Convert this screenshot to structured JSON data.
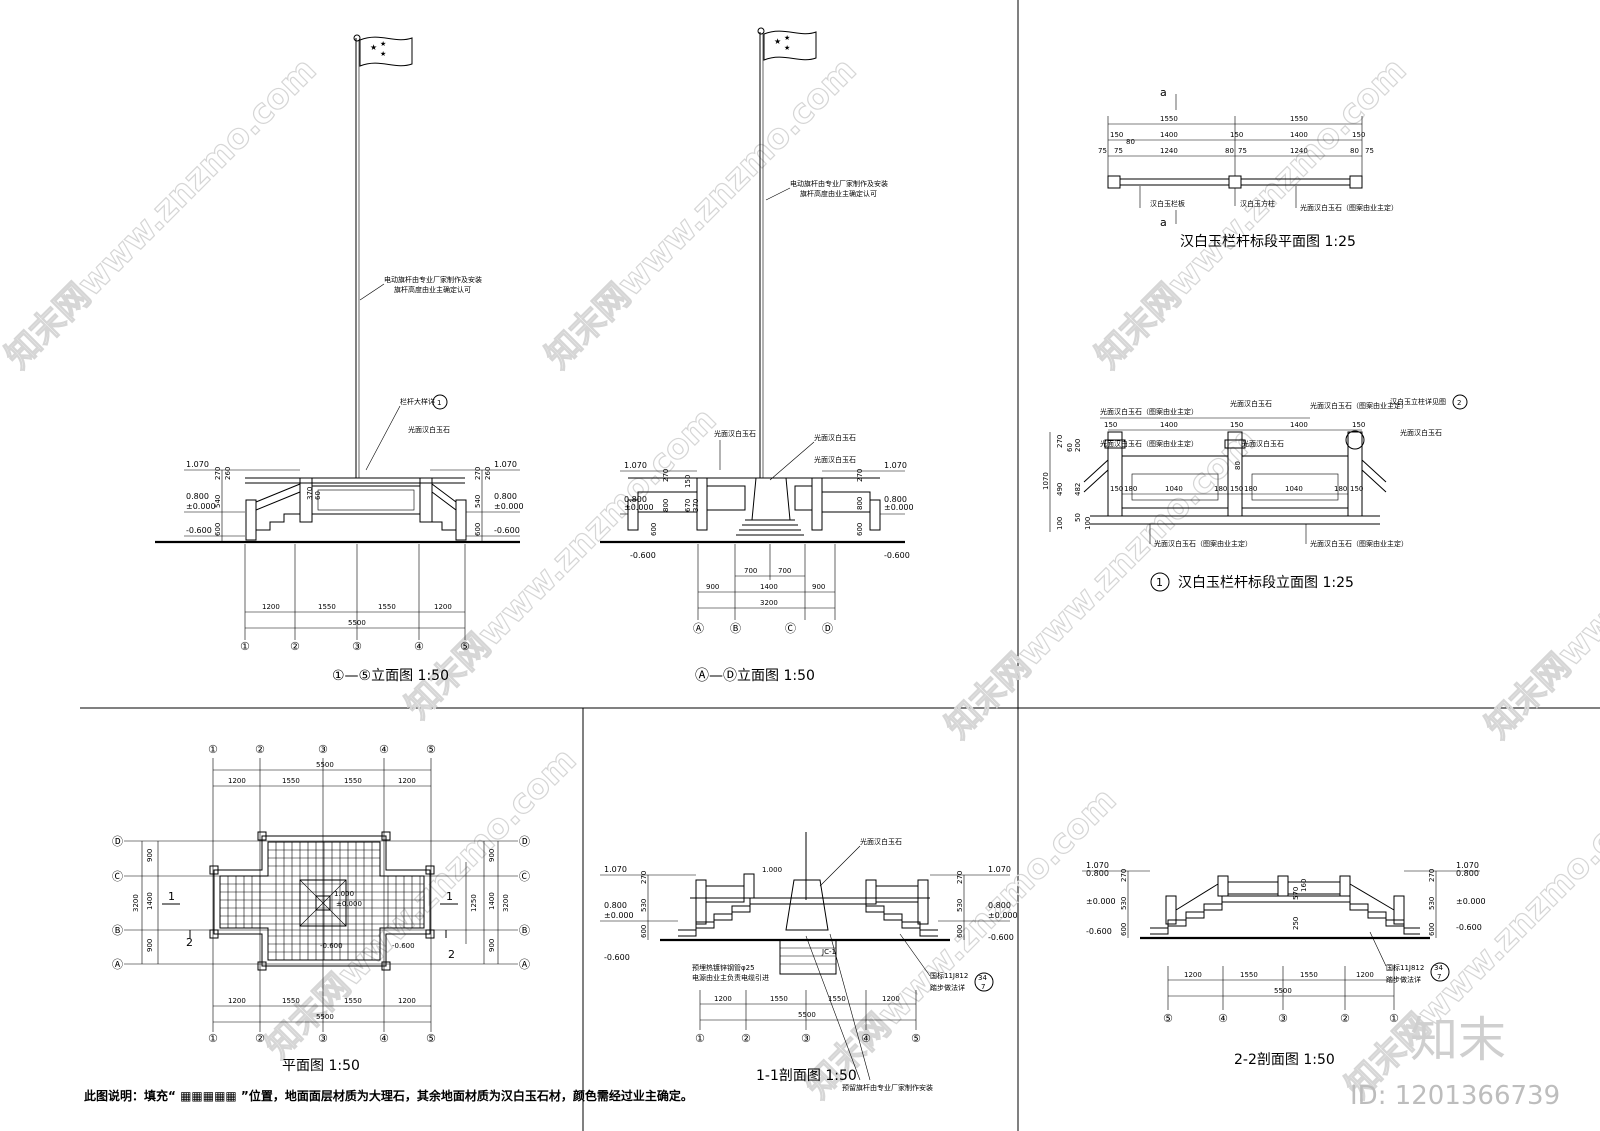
{
  "axes_numeric": [
    "①",
    "②",
    "③",
    "④",
    "⑤"
  ],
  "axes_alpha": [
    "Ⓐ",
    "Ⓑ",
    "Ⓒ",
    "Ⓓ"
  ],
  "elev_1_5": {
    "title": "①—⑤立面图 1:50",
    "note_pole_1": "电动旗杆由专业厂家制作及安装",
    "note_pole_2": "旗杆高度由业主确定认可",
    "note_pole_3": "栏杆大样详",
    "note_stone": "光面汉白玉石",
    "detail_ref": "1",
    "elev_labels": [
      "1.070",
      "0.800",
      "±0.000",
      "-0.600"
    ],
    "vert_dims": [
      "270",
      "540",
      "600",
      "260",
      "370",
      "60"
    ],
    "dims_segments": [
      "1200",
      "1550",
      "1550",
      "1200"
    ],
    "dims_total": "5500"
  },
  "elev_a_d": {
    "title": "Ⓐ—Ⓓ立面图 1:50",
    "note_pole_1": "电动旗杆由专业厂家制作及安装",
    "note_pole_2": "旗杆高度由业主确定认可",
    "note_stone": "光面汉白玉石",
    "note_stone2": "光面汉白玉石",
    "note_stone3": "光面汉白玉石",
    "elev_labels": [
      "1.070",
      "0.800",
      "±0.000",
      "-0.600"
    ],
    "vert_dims": [
      "270",
      "800",
      "600",
      "150",
      "670",
      "370"
    ],
    "dims_700": [
      "700",
      "700"
    ],
    "dims_segments": [
      "900",
      "1400",
      "900"
    ],
    "dims_total": "3200"
  },
  "rail_plan": {
    "title": "汉白玉栏杆标段平面图 1:25",
    "cut_mark": "a",
    "dims_top": [
      "1550",
      "1550"
    ],
    "dims_mid": [
      "150",
      "1400",
      "150",
      "1400",
      "150"
    ],
    "dims_bot": [
      "75",
      "75",
      "80",
      "1240",
      "80",
      "75",
      "1240",
      "80",
      "75"
    ],
    "note_1": "汉白玉栏板",
    "note_2": "汉白玉方柱",
    "note_3": "光面汉白玉石（图案由业主定）"
  },
  "rail_elev": {
    "title": "汉白玉栏杆标段立面图 1:25",
    "detail_no": "1",
    "note_1": "光面汉白玉石（图案由业主定）",
    "note_2": "光面汉白玉石",
    "note_3": "光面汉白玉石（图案由业主定）",
    "note_4": "汉白玉立柱详见图",
    "note_5": "光面汉白玉石",
    "note_6": "光面汉白玉石（图案由业主定）",
    "note_7": "光面汉白玉石",
    "note_8": "光面汉白玉石（图案由业主定）",
    "note_9": "光面汉白玉石（图案由业主定）",
    "detail_ref": "2",
    "dims_top": [
      "150",
      "1400",
      "150",
      "1400",
      "150"
    ],
    "dims_mid": [
      "150",
      "180",
      "1040",
      "180",
      "150",
      "180",
      "1040",
      "180",
      "150"
    ],
    "vert_dims": [
      "1070",
      "270",
      "490",
      "100",
      "60",
      "200",
      "482",
      "80",
      "50",
      "100"
    ]
  },
  "plan": {
    "title": "平面图 1:50",
    "dims_segments": [
      "1200",
      "1550",
      "1550",
      "1200"
    ],
    "dims_total": "5500",
    "side_dims": [
      "900",
      "1400",
      "900"
    ],
    "side_total": "3200",
    "inner_dim": "1250",
    "levels": [
      "1.000",
      "±0.000",
      "-0.600"
    ],
    "section_marks": [
      "1",
      "2"
    ],
    "legend": "此图说明：填充“ ▦▦▦▦▦ ”位置，地面面层材质为大理石，其余地面材质为汉白玉石材，颜色需经过业主确定。"
  },
  "section_1": {
    "title": "1-1剖面图 1:50",
    "note_stone": "光面汉白玉石",
    "note_pipe_1": "预埋热镀锌钢管φ25",
    "note_pipe_2": "电源由业主负责电缆引进",
    "note_found": "JC-1",
    "note_std": "国标11J812",
    "note_std2": "踏步做法详",
    "note_pole": "预留旗杆由专业厂家制作安装",
    "ref_num": "34",
    "ref_den": "7",
    "elev_labels": [
      "1.070",
      "0.800",
      "±0.000",
      "-0.600",
      "1.000"
    ],
    "vert_dims": [
      "270",
      "530",
      "600"
    ],
    "dims_segments": [
      "1200",
      "1550",
      "1550",
      "1200"
    ],
    "dims_total": "5500"
  },
  "section_2": {
    "title": "2-2剖面图 1:50",
    "note_std": "国标11J812",
    "note_std2": "踏步做法详",
    "ref_num": "34",
    "ref_den": "7",
    "elev_labels": [
      "1.070",
      "0.800",
      "±0.000",
      "-0.600"
    ],
    "vert_dims": [
      "270",
      "530",
      "600",
      "250",
      "570",
      "160"
    ],
    "dims_segments": [
      "1200",
      "1550",
      "1550",
      "1200"
    ],
    "dims_total": "5500",
    "axes_order": [
      "⑤",
      "④",
      "③",
      "②",
      "①"
    ]
  },
  "watermark": "知末网www.znzmo.com",
  "brand": "知末",
  "id_label": "ID: 1201366739"
}
